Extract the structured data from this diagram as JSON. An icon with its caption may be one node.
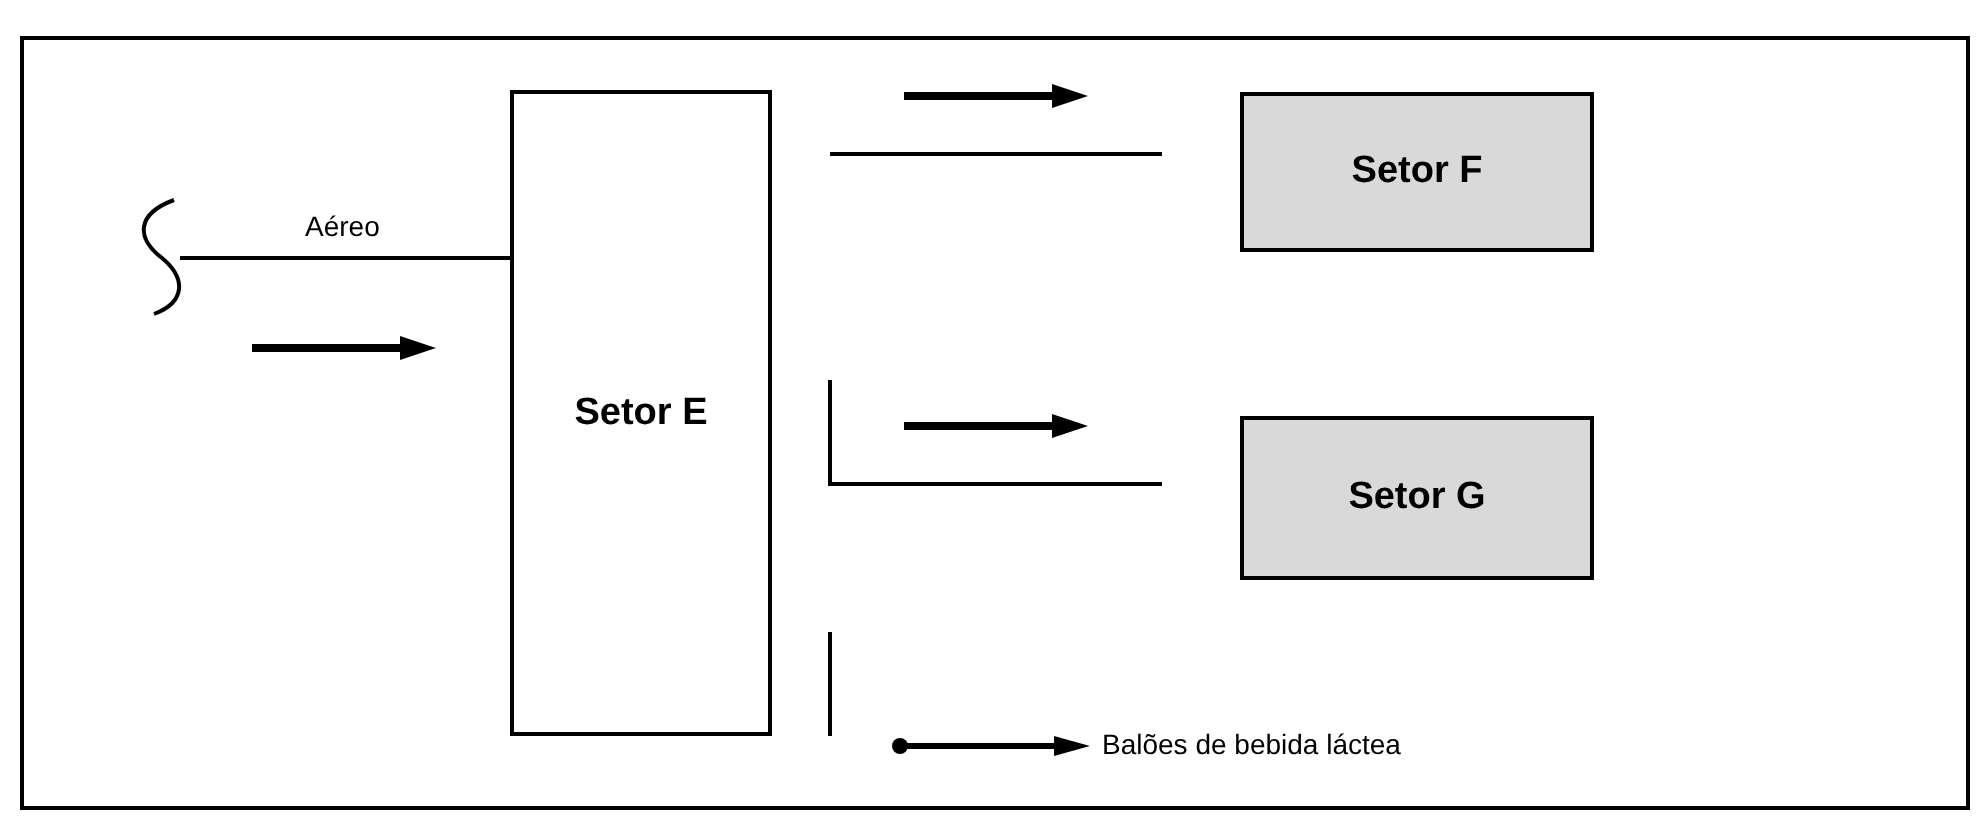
{
  "diagram": {
    "nodes": [
      {
        "text": [],
        "shape": "curve"
      },
      {
        "text": [
          "Setor E"
        ]
      },
      {
        "text": [
          "Setor F"
        ]
      },
      {
        "text": [
          "Setor G"
        ]
      }
    ],
    "edges": [
      {
        "from": 0,
        "to": 1,
        "arrow": "none",
        "label": "Aéreo"
      }
    ],
    "legend": [
      {
        "text": "Balões de bebida láctea"
      }
    ]
  }
}
